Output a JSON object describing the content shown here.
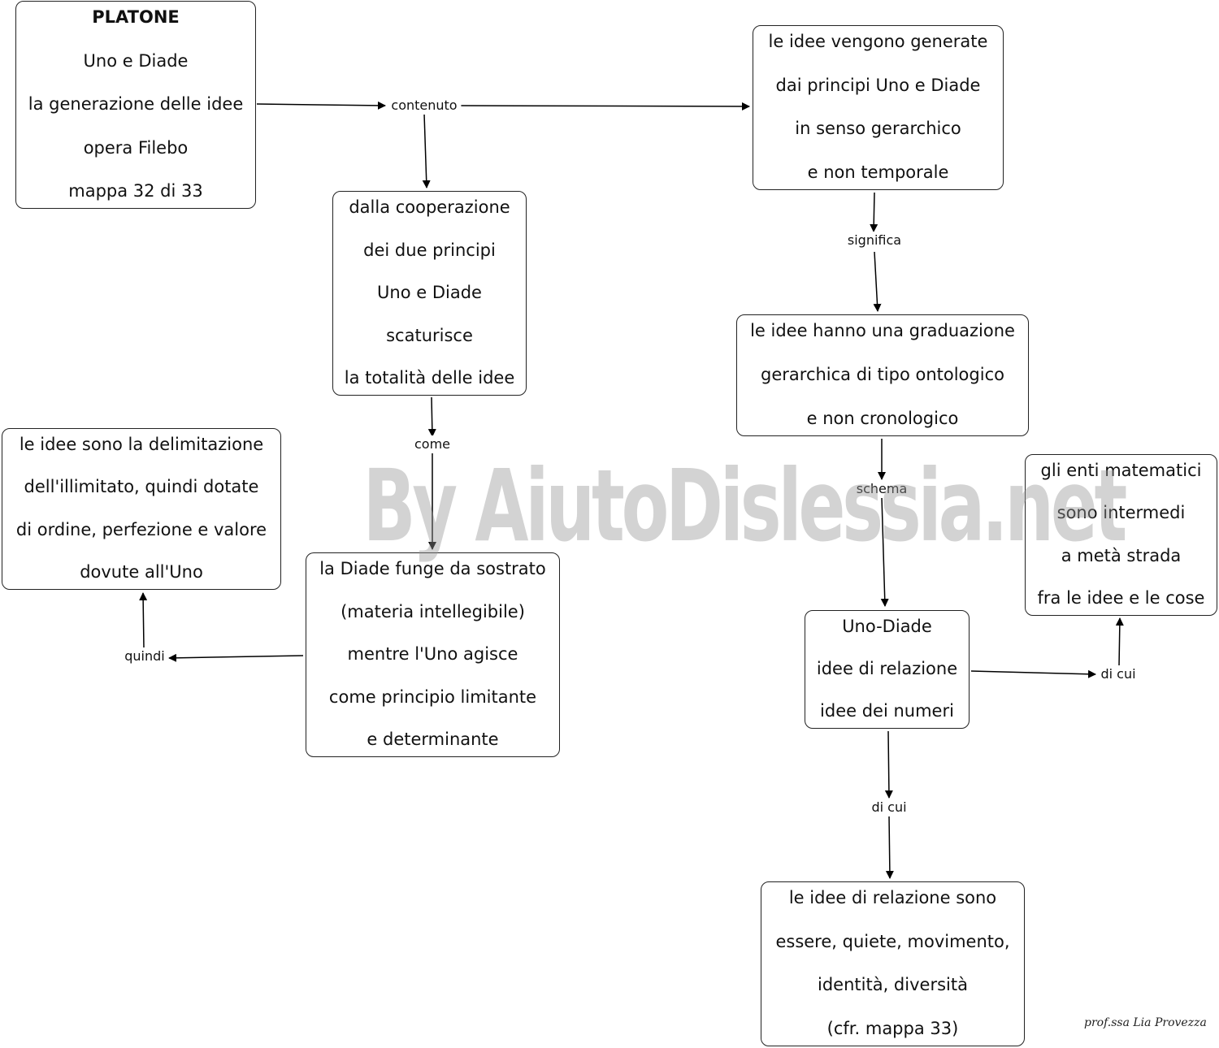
{
  "nodes": {
    "platone": {
      "title": "PLATONE",
      "lines": [
        "Uno e Diade",
        "la generazione delle idee",
        "opera Filebo",
        "mappa 32 di 33"
      ]
    },
    "generate": {
      "lines": [
        "le idee vengono generate",
        "dai principi Uno e Diade",
        "in senso gerarchico",
        "e non temporale"
      ]
    },
    "cooperazione": {
      "lines": [
        "dalla cooperazione",
        "dei due principi",
        "Uno e Diade",
        "scaturisce",
        "la totalità delle idee"
      ]
    },
    "graduazione": {
      "lines": [
        "le idee hanno una graduazione",
        "gerarchica di tipo ontologico",
        "e non cronologico"
      ]
    },
    "delimitazione": {
      "lines": [
        "le idee sono la delimitazione",
        "dell'illimitato, quindi dotate",
        "di ordine, perfezione e valore",
        "dovute all'Uno"
      ]
    },
    "enti": {
      "lines": [
        "gli enti matematici",
        "sono intermedi",
        "a metà strada",
        "fra le idee e le cose"
      ]
    },
    "sostrato": {
      "lines": [
        "la Diade funge da sostrato",
        "(materia intellegibile)",
        "mentre l'Uno agisce",
        "come principio limitante",
        "e determinante"
      ]
    },
    "unodiade": {
      "lines": [
        "Uno-Diade",
        "idee di relazione",
        "idee dei numeri"
      ]
    },
    "relazione": {
      "lines": [
        "le idee di relazione sono",
        "essere, quiete, movimento,",
        "identità, diversità",
        "(cfr. mappa 33)"
      ]
    }
  },
  "links": {
    "contenuto": "contenuto",
    "significa": "significa",
    "come": "come",
    "schema": "schema",
    "quindi": "quindi",
    "dicui_right": "di cui",
    "dicui_down": "di cui"
  },
  "watermark": "By AiutoDislessia.net",
  "signature": "prof.ssa Lia Provezza"
}
